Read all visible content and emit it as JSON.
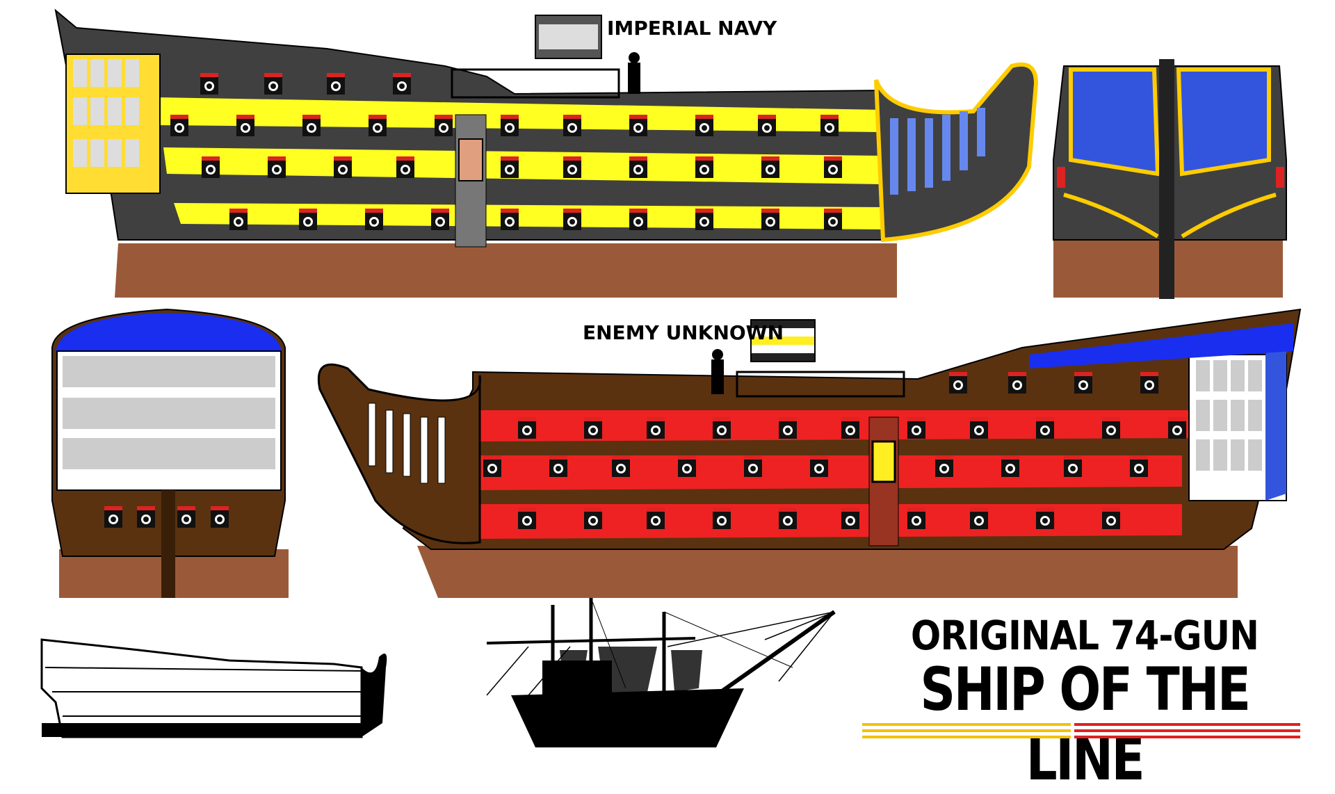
{
  "labels": {
    "imperial_navy": "IMPERIAL NAVY",
    "enemy_unknown": "ENEMY UNKNOWN"
  },
  "title": {
    "line1": "ORIGINAL 74-GUN",
    "line2": "SHIP OF THE LINE"
  },
  "colors": {
    "imperial_hull": "#404040",
    "imperial_stripe": "#ffff22",
    "enemy_hull": "#5a3210",
    "enemy_stripe": "#ee2222",
    "keel_brown": "#9a5a3a",
    "stern_blue": "#3355dd",
    "stripe_yellow": "#f2c200",
    "stripe_red": "#dd2222"
  },
  "flags": {
    "imperial": [
      "#555555",
      "#dddddd",
      "#555555"
    ],
    "enemy": [
      "#222222",
      "#ffffff",
      "#ffee22",
      "#ffffff",
      "#222222"
    ]
  }
}
